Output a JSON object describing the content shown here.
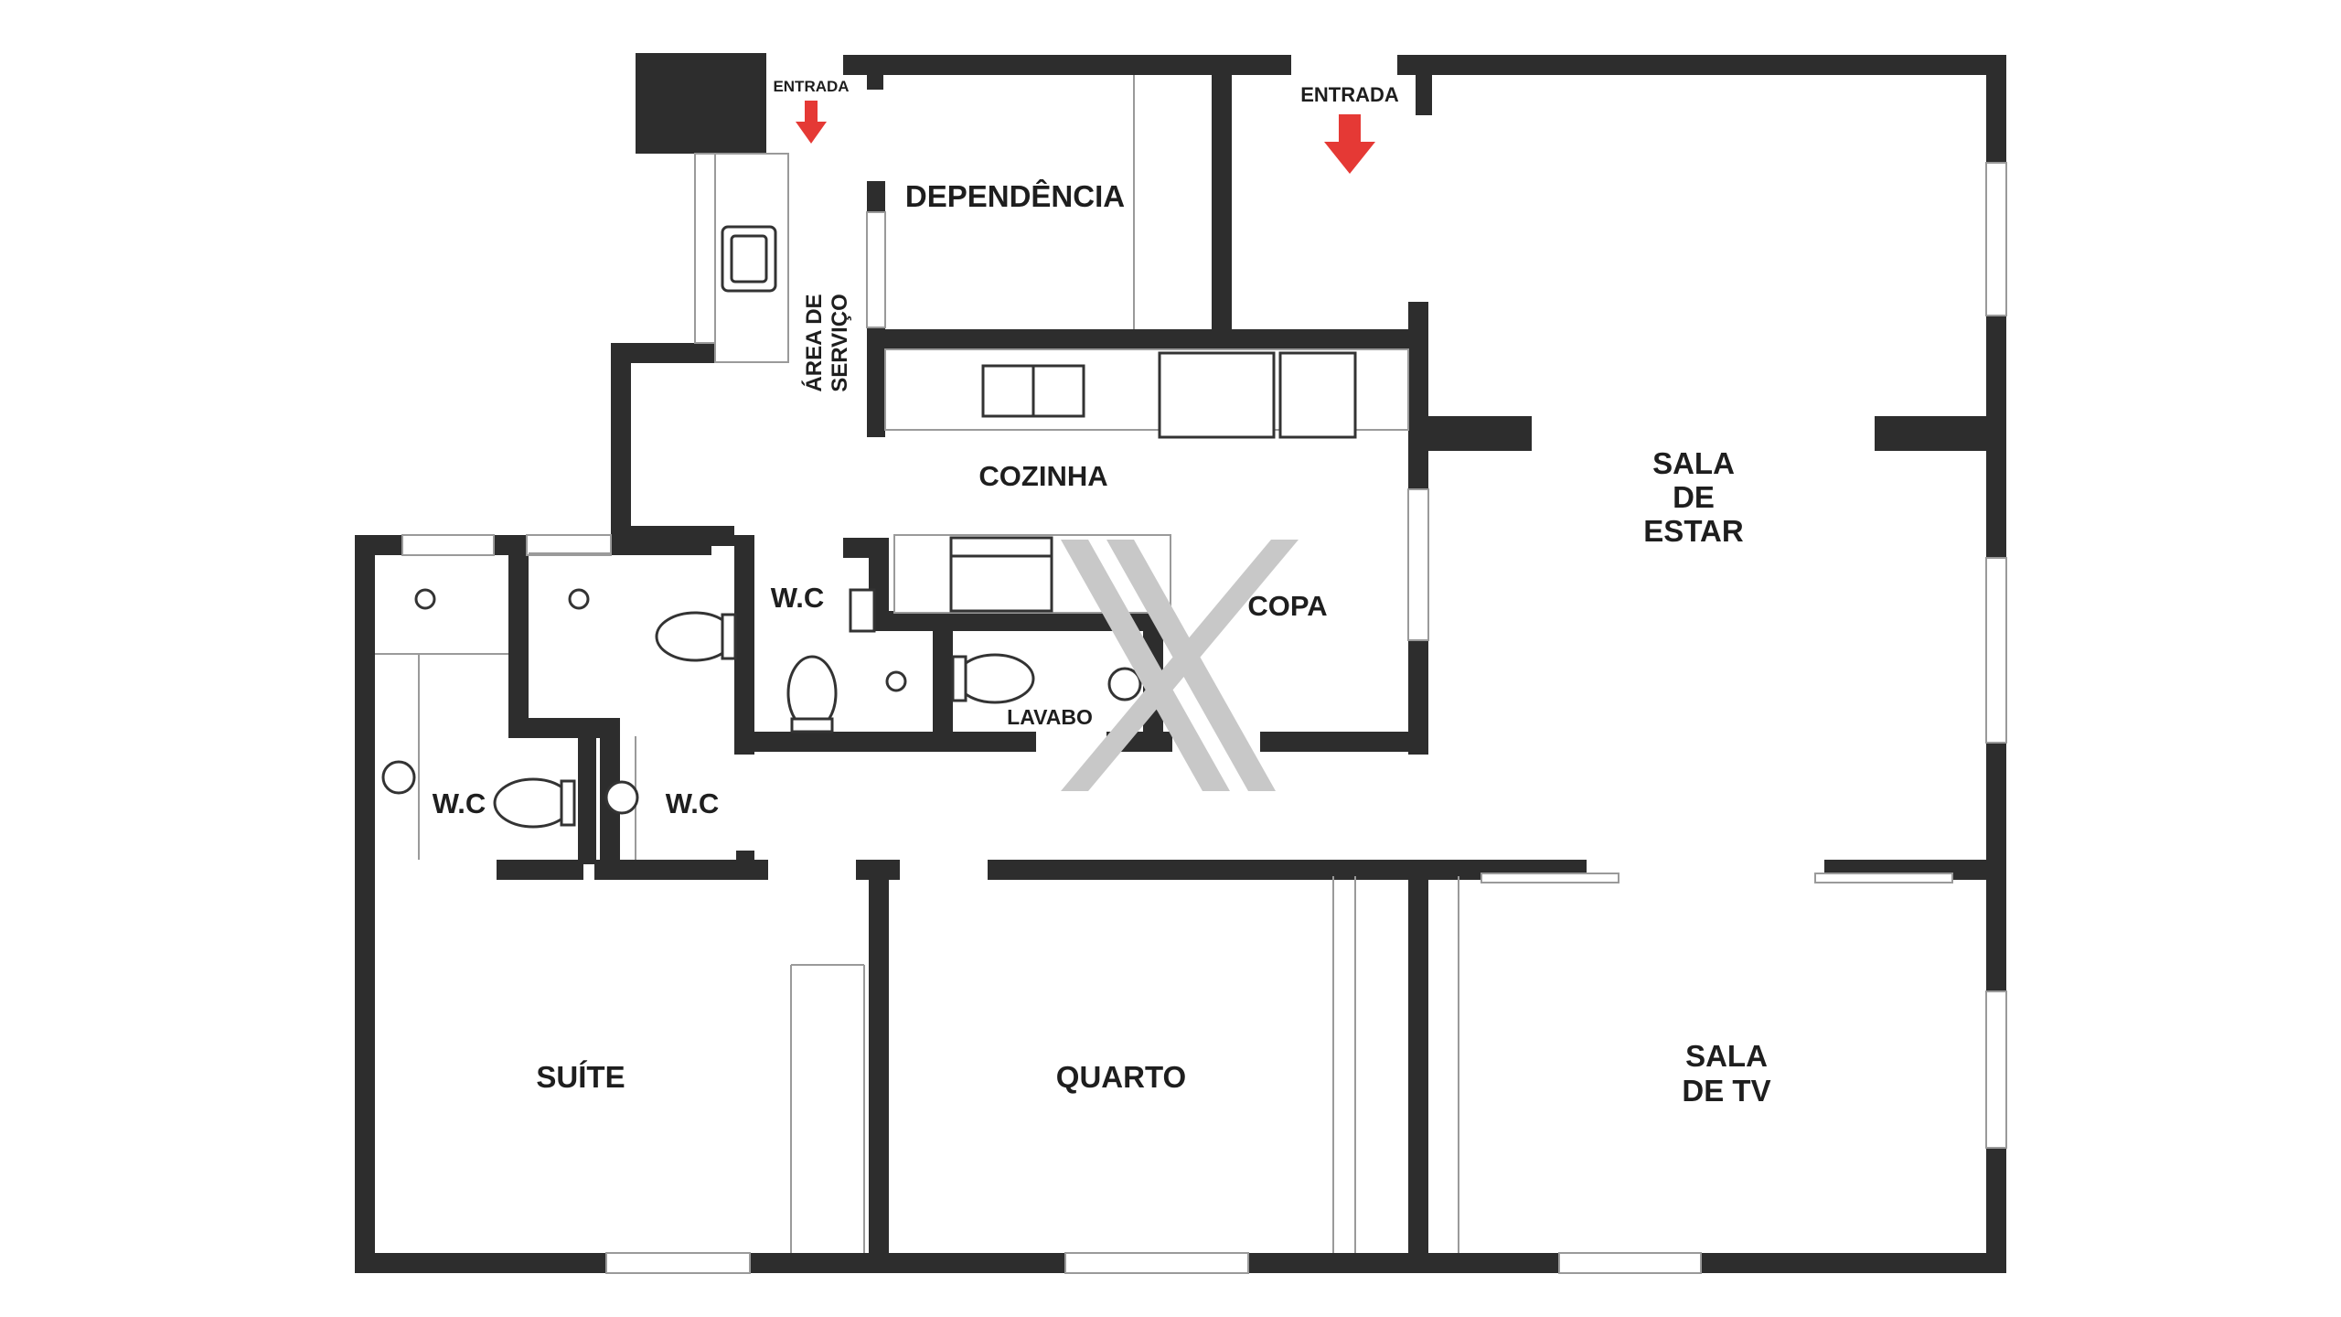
{
  "rooms": {
    "dependencia": "DEPENDÊNCIA",
    "area_servico_line1": "ÁREA DE",
    "area_servico_line2": "SERVIÇO",
    "cozinha": "COZINHA",
    "copa": "COPA",
    "sala_estar_line1": "SALA",
    "sala_estar_line2": "DE",
    "sala_estar_line3": "ESTAR",
    "wc_service": "W.C",
    "lavabo": "LAVABO",
    "wc_left": "W.C",
    "wc_right": "W.C",
    "suite": "SUÍTE",
    "quarto": "QUARTO",
    "sala_tv_line1": "SALA",
    "sala_tv_line2": "DE TV"
  },
  "entrances": {
    "service": "ENTRADA",
    "main": "ENTRADA"
  },
  "colors": {
    "wall": "#2d2d2d",
    "arrow": "#e53935",
    "watermark": "#c8c8c8"
  }
}
